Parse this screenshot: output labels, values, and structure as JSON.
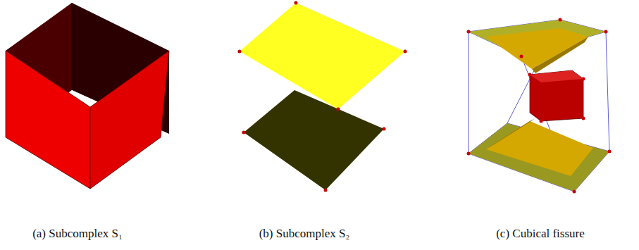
{
  "diagram": {
    "labels": [
      "(a) Subcomplex S₁",
      "(b) Subcomplex S₂",
      "(c) Cubical fissure"
    ]
  }
}
